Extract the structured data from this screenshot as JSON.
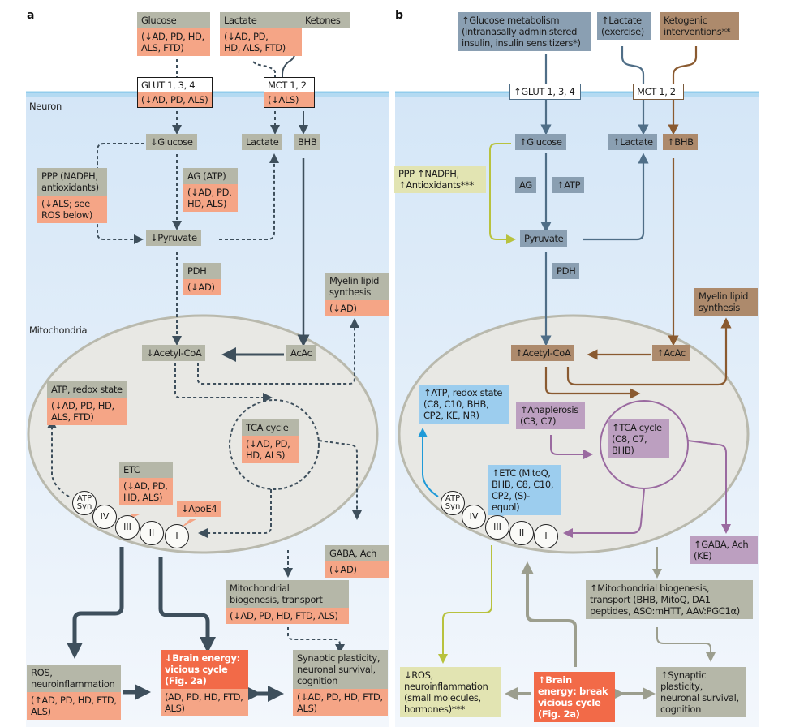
{
  "panel_a": {
    "label": "a",
    "region_neuron": "Neuron",
    "region_mito": "Mitochondria",
    "glucose": {
      "title": "Glucose",
      "sub": "(↓AD, PD, HD, ALS, FTD)"
    },
    "lactate_in": {
      "title": "Lactate",
      "sub": "(↓AD, PD, HD, ALS, FTD)"
    },
    "ketones": {
      "title": "Ketones"
    },
    "glut": {
      "title": "GLUT 1, 3, 4",
      "sub": "(↓AD, PD, ALS)"
    },
    "mct": {
      "title": "MCT 1, 2",
      "sub": "(↓ALS)"
    },
    "glucose_cell": "↓Glucose",
    "lactate_cell": "Lactate",
    "bhb": "BHB",
    "ppp": {
      "title": "PPP (NADPH, antioxidants)",
      "sub": "(↓ALS; see ROS below)"
    },
    "ag": {
      "title": "AG (ATP)",
      "sub": "(↓AD, PD, HD, ALS)"
    },
    "pyruvate": "↓Pyruvate",
    "pdh": {
      "title": "PDH",
      "sub": "(↓AD)"
    },
    "myelin": {
      "title": "Myelin lipid synthesis",
      "sub": "(↓AD)"
    },
    "acetylcoa": "↓Acetyl-CoA",
    "acac": "AcAc",
    "atp_redox": {
      "title": "ATP, redox state",
      "sub": "(↓AD, PD, HD, ALS, FTD)"
    },
    "tca": {
      "title": "TCA cycle",
      "sub": "(↓AD, PD, HD, ALS)"
    },
    "etc": {
      "title": "ETC",
      "sub": "(↓AD, PD, HD, ALS)"
    },
    "apoe4": "↓ApoE4",
    "complexes": [
      "ATP Syn",
      "IV",
      "III",
      "II",
      "I"
    ],
    "gaba": {
      "title": "GABA, Ach",
      "sub": "(↓AD)"
    },
    "mito_bio": {
      "title": "Mitochondrial biogenesis, transport",
      "sub": "(↓AD, PD, HD, FTD, ALS)"
    },
    "ros": {
      "title": "ROS, neuroinflammation",
      "sub": "(↑AD, PD, HD, FTD, ALS)"
    },
    "brain": {
      "title": "↓Brain energy: vicious cycle (Fig. 2a)",
      "sub": "(AD, PD, HD, FTD, ALS)"
    },
    "synaptic": {
      "title": "Synaptic plasticity, neuronal survival, cognition",
      "sub": "(↓AD, PD, HD, FTD, ALS)"
    }
  },
  "panel_b": {
    "label": "b",
    "glucose_met": "↑Glucose metabolism (intranasally administered insulin, insulin sensitizers*)",
    "lactate_ex": "↑Lactate (exercise)",
    "keto": "Ketogenic interventions**",
    "glut": "↑GLUT 1, 3, 4",
    "mct": "MCT 1, 2",
    "glucose_cell": "↑Glucose",
    "lactate_cell": "↑Lactate",
    "bhb": "↑BHB",
    "ppp": "PPP ↑NADPH, ↑Antioxidants***",
    "ag": "AG",
    "atp": "↑ATP",
    "pyruvate": "Pyruvate",
    "pdh": "PDH",
    "myelin": "Myelin lipid synthesis",
    "acetylcoa": "↑Acetyl-CoA",
    "acac": "↑AcAc",
    "atp_redox": "↑ATP, redox state (C8, C10, BHB, CP2, KE, NR)",
    "anaplerosis": "↑Anaplerosis (C3, C7)",
    "tca": "↑TCA cycle (C8, C7, BHB)",
    "etc": "↑ETC (MitoQ, BHB, C8, C10, CP2, (S)-equol)",
    "complexes": [
      "ATP Syn",
      "IV",
      "III",
      "II",
      "I"
    ],
    "gaba": "↑GABA, Ach (KE)",
    "mito_bio": "↑Mitochondrial biogenesis, transport (BHB, MitoQ, DA1 peptides, ASO:mHTT, AAV:PGC1α)",
    "ros": "↓ROS, neuroinflammation (small molecules, hormones)***",
    "brain": "↑Brain energy: break vicious cycle (Fig. 2a)",
    "synaptic": "↑Synaptic plasticity, neuronal survival, cognition"
  },
  "colors": {
    "neutral_box": "#b5b7a8",
    "disease_box": "#f5a586",
    "slate_box": "#8a9fb2",
    "ketone_box": "#ad8a6c",
    "purple_box": "#bc9fc0",
    "blue_box": "#9ccdee",
    "yellow_box": "#e2e4b2",
    "brain_energy": "#f26a48",
    "cell_bg": "#d6e8f7",
    "membrane": "#2ea0d8",
    "mito_fill": "#e8e8e4"
  }
}
